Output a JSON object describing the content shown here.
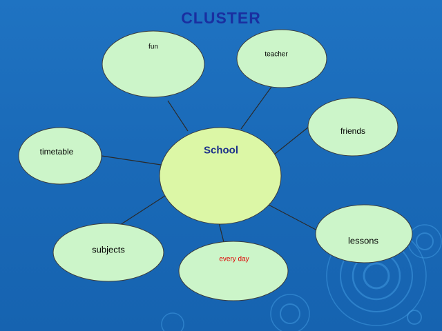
{
  "title": "CLUSTER",
  "center": {
    "label": "School"
  },
  "nodes": [
    {
      "id": "fun",
      "label": "fun"
    },
    {
      "id": "teacher",
      "label": "teacher"
    },
    {
      "id": "friends",
      "label": "friends"
    },
    {
      "id": "timetable",
      "label": "timetable"
    },
    {
      "id": "lessons",
      "label": "lessons"
    },
    {
      "id": "subjects",
      "label": "subjects"
    },
    {
      "id": "every-day",
      "label": "every day"
    }
  ],
  "colors": {
    "background": "#1a6ab8",
    "title": "#1a2fa0",
    "bubble_fill": "#ccf5c9",
    "center_fill": "#dcf7a6",
    "outline": "#3c3c3c",
    "center_text": "#1b2f8a",
    "highlight_text": "#e00000"
  }
}
